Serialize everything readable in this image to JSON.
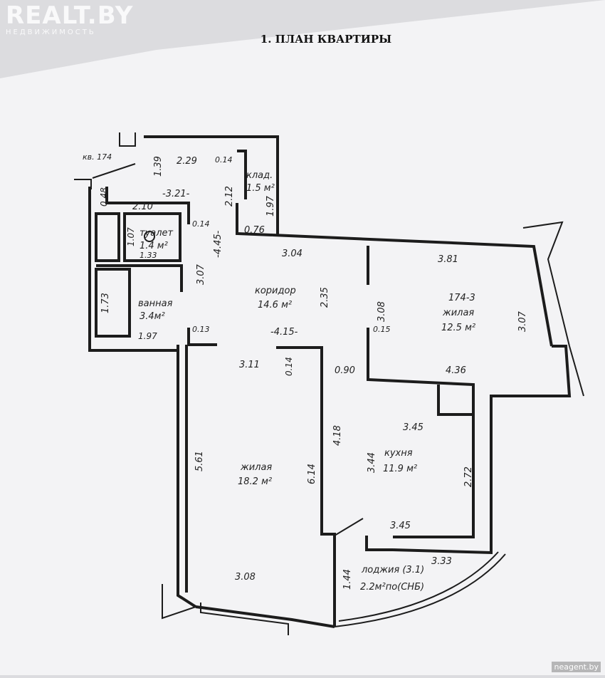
{
  "title": "1. ПЛАН КВАРТИРЫ",
  "watermark": {
    "brand": "REALT.BY",
    "sub": "НЕДВИЖИМОСТЬ"
  },
  "corner_credit": "neagent.by",
  "apartment_label": "кв. 174",
  "rooms": {
    "storage": {
      "name": "клад.",
      "area": "1.5 м²"
    },
    "toilet": {
      "name": "туалет",
      "area": "1.4 м²"
    },
    "bathroom": {
      "name": "ванная",
      "area": "3.4м²"
    },
    "corridor": {
      "name": "коридор",
      "area": "14.6 м²"
    },
    "bedroom_small": {
      "code": "174-3",
      "name": "жилая",
      "area": "12.5 м²"
    },
    "living_big": {
      "name": "жилая",
      "area": "18.2 м²"
    },
    "kitchen": {
      "name": "кухня",
      "area": "11.9 м²"
    },
    "loggia": {
      "name": "лоджия (3.1)",
      "area": "2.2м²по(СНБ)"
    }
  },
  "dimensions": {
    "d229": "2.29",
    "d014a": "0.14",
    "d139": "1.39",
    "d048": "0.48",
    "d321": "-3.21-",
    "d212": "2.12",
    "d197a": "1.97",
    "d210": "2.10",
    "d014b": "0.14",
    "d107": "1.07",
    "d133": "1.33",
    "d076": "0.76",
    "d445": "-4.45-",
    "d304": "3.04",
    "d381": "3.81",
    "d307a": "3.07",
    "d173": "1.73",
    "d197b": "1.97",
    "d235": "2.35",
    "d013": "0.13",
    "d308a": "3.08",
    "d015": "0.15",
    "d307b": "3.07",
    "d415": "-4.15-",
    "d311": "3.11",
    "d014c": "0.14",
    "d090": "0.90",
    "d436": "4.36",
    "d345a": "3.45",
    "d418": "4.18",
    "d561": "5.61",
    "d614": "6.14",
    "d344": "3.44",
    "d272": "2.72",
    "d345b": "3.45",
    "d333": "3.33",
    "d144": "1.44",
    "d308b": "3.08"
  }
}
